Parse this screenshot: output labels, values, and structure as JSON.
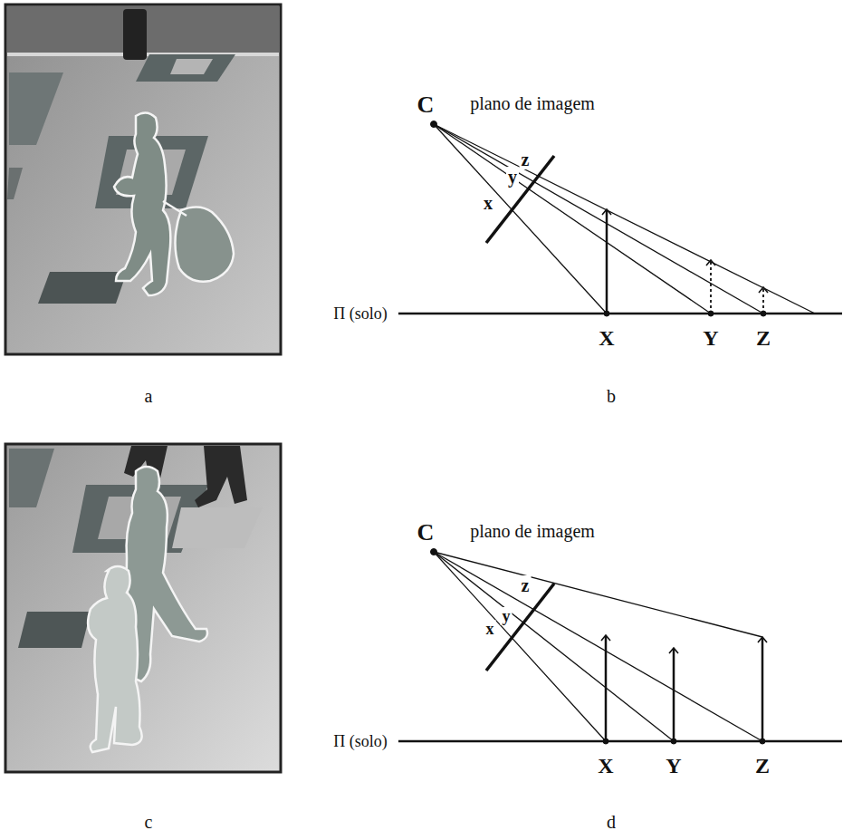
{
  "diagram": {
    "labels": [
      "C",
      "plano de imagem",
      "z",
      "y",
      "x",
      "Π (solo)",
      "X",
      "Y",
      "Z",
      "a",
      "b",
      "C",
      "plano de imagem",
      "z",
      "y",
      "x",
      "Π (solo)",
      "X",
      "Y",
      "Z",
      "c",
      "d"
    ]
  }
}
